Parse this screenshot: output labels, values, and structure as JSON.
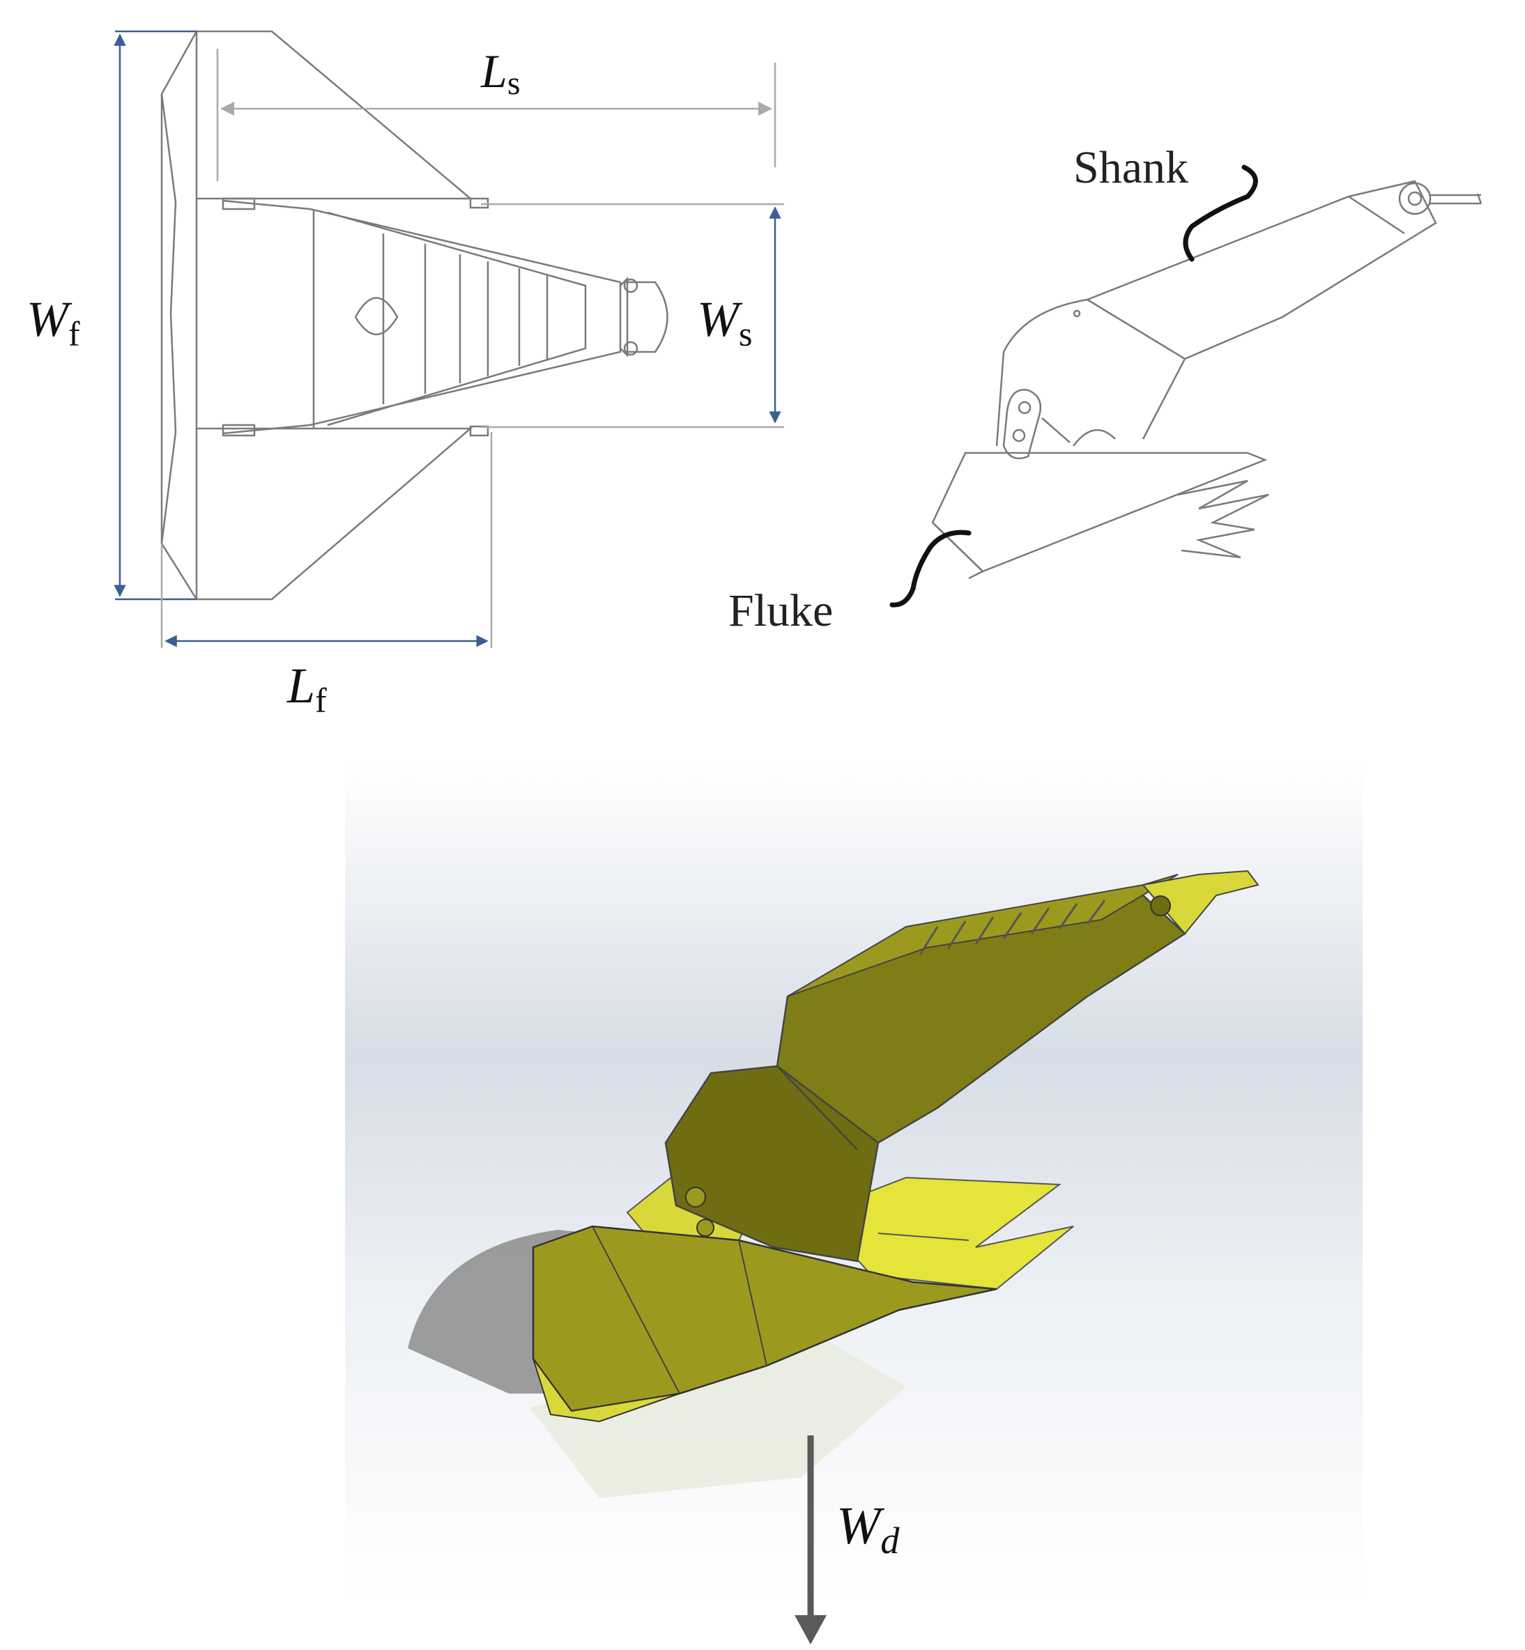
{
  "top_view": {
    "dims": {
      "Ls": {
        "main": "L",
        "sub": "s"
      },
      "Lf": {
        "main": "L",
        "sub": "f"
      },
      "Wf": {
        "main": "W",
        "sub": "f"
      },
      "Ws": {
        "main": "W",
        "sub": "s"
      }
    }
  },
  "side_view": {
    "labels": {
      "shank": "Shank",
      "fluke": "Fluke"
    }
  },
  "render_view": {
    "force": {
      "main": "W",
      "sub": "d"
    }
  },
  "colors": {
    "line": "#7a7a7a",
    "dim_blue": "#3b5f8f",
    "dim_gray": "#a9a9a9",
    "anchor_dark": "#7f7d16",
    "anchor_mid": "#9c9a1e",
    "anchor_light": "#e4e43a",
    "shadow": "#8c8c8c",
    "arrow": "#5a5a5a"
  }
}
